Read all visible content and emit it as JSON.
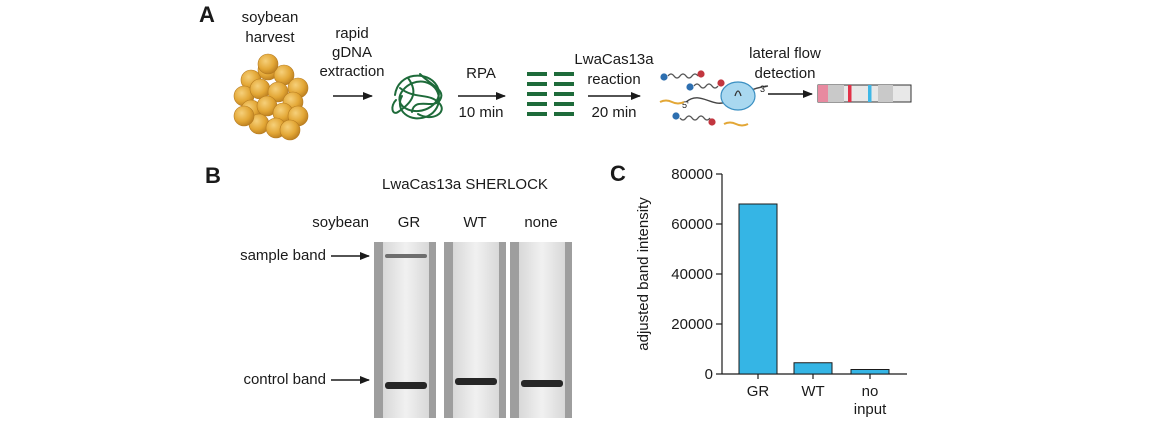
{
  "panels": {
    "a": "A",
    "b": "B",
    "c": "C"
  },
  "workflow": {
    "soybean_line1": "soybean",
    "soybean_line2": "harvest",
    "extract_line1": "rapid",
    "extract_line2": "gDNA",
    "extract_line3": "extraction",
    "rpa_label": "RPA",
    "rpa_time": "10 min",
    "cas_line1": "LwaCas13a",
    "cas_line2": "reaction",
    "cas_time": "20 min",
    "flow_line1": "lateral flow",
    "flow_line2": "detection",
    "five_prime": "5'",
    "three_prime": "3'"
  },
  "strips": {
    "title": "LwaCas13a SHERLOCK",
    "row_label": "soybean",
    "lanes": [
      "GR",
      "WT",
      "none"
    ],
    "sample_band_label": "sample band",
    "control_band_label": "control band"
  },
  "colors": {
    "bead": "#E3A736",
    "dna": "#1E6B3A",
    "bar": "#35B5E5",
    "strip_red": "#E23248",
    "strip_pink": "#E88AA0",
    "strip_blue": "#3FB7E6"
  },
  "chart_data": {
    "type": "bar",
    "categories": [
      "GR",
      "WT",
      "no input"
    ],
    "values": [
      68000,
      4500,
      1800
    ],
    "ylabel": "adjusted band intensity",
    "ylim": [
      0,
      80000
    ],
    "yticks": [
      "0",
      "20000",
      "40000",
      "60000",
      "80000"
    ],
    "grid": false
  }
}
